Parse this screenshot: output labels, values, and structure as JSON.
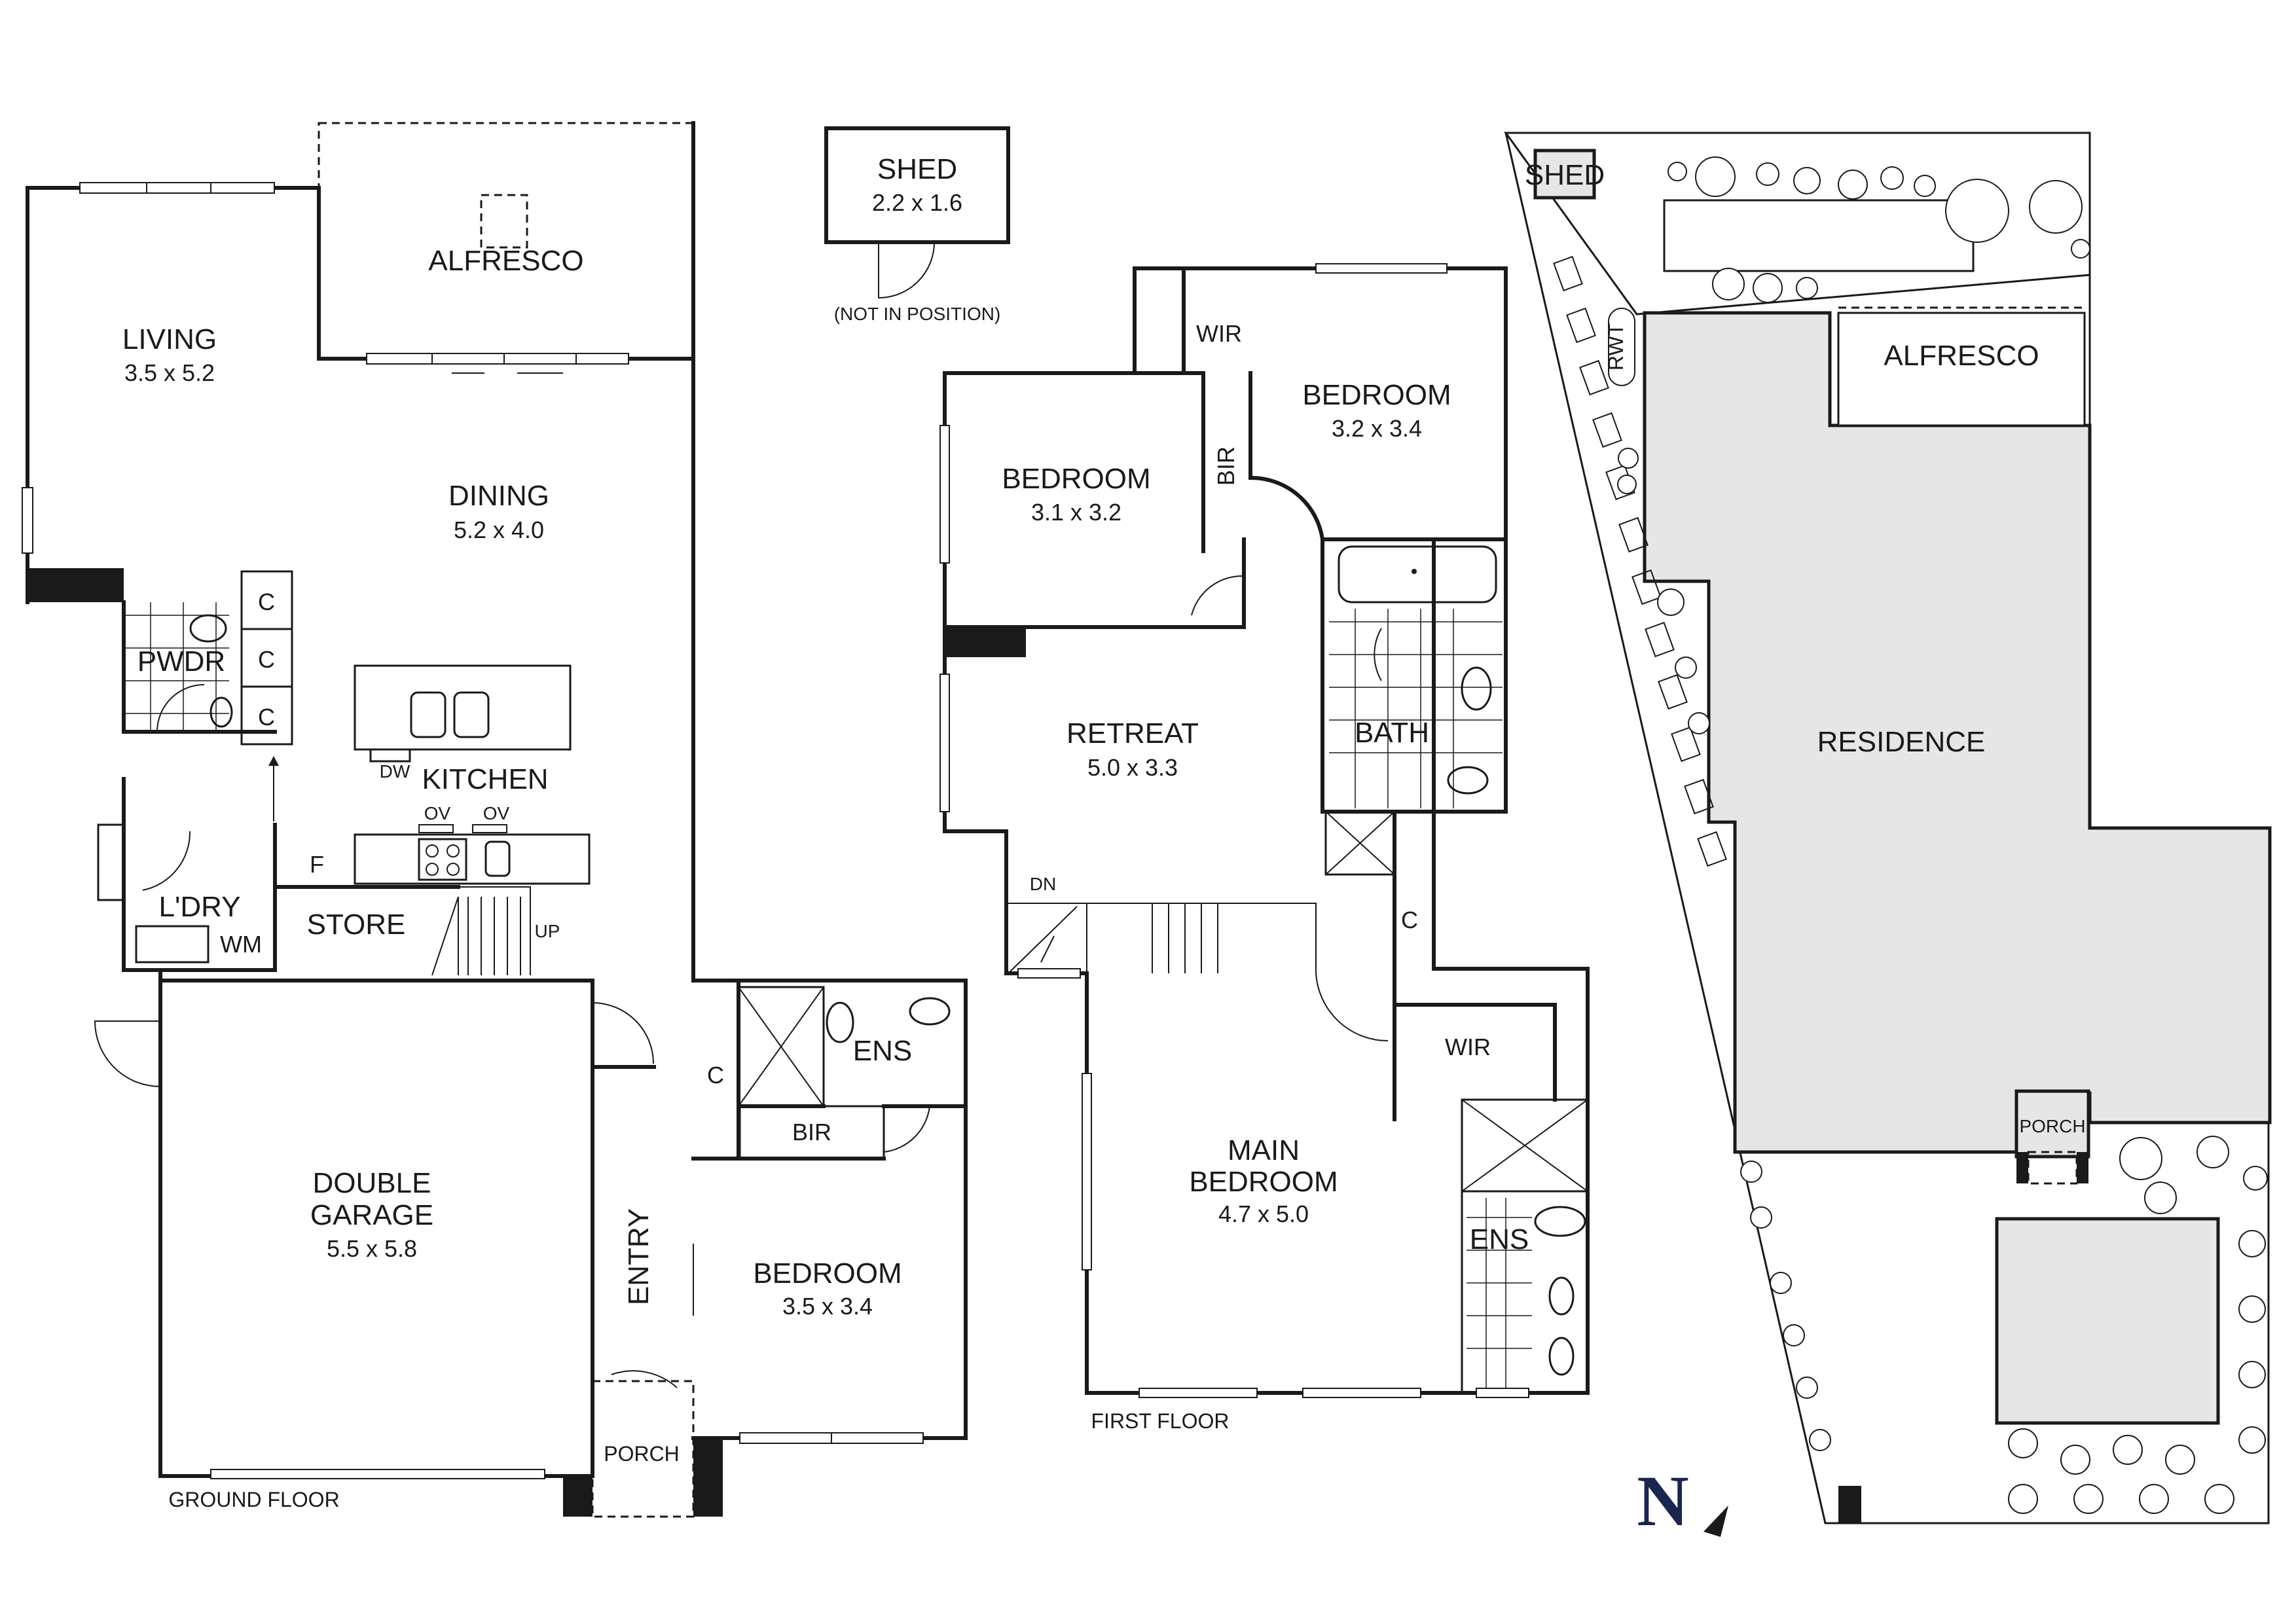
{
  "ground_floor": {
    "label": "GROUND FLOOR",
    "rooms": {
      "alfresco": "ALFRESCO",
      "living": {
        "name": "LIVING",
        "dims": "3.5 x 5.2"
      },
      "dining": {
        "name": "DINING",
        "dims": "5.2 x 4.0"
      },
      "kitchen": "KITCHEN",
      "pwdr": "PWDR",
      "laundry": "L'DRY",
      "store": "STORE",
      "garage": {
        "name_line1": "DOUBLE",
        "name_line2": "GARAGE",
        "dims": "5.5 x 5.8"
      },
      "entry": "ENTRY",
      "porch": "PORCH",
      "bedroom": {
        "name": "BEDROOM",
        "dims": "3.5 x 3.4"
      },
      "ens": "ENS",
      "bir": "BIR"
    },
    "fixtures": {
      "cupboard": "C",
      "dishwasher": "DW",
      "oven": "OV",
      "fridge": "F",
      "washing_machine": "WM",
      "up": "UP"
    }
  },
  "shed": {
    "name": "SHED",
    "dims": "2.2 x 1.6",
    "note": "(NOT IN POSITION)"
  },
  "first_floor": {
    "label": "FIRST FLOOR",
    "rooms": {
      "wir_top": "WIR",
      "bedroom_left": {
        "name": "BEDROOM",
        "dims": "3.1 x 3.2"
      },
      "bedroom_right": {
        "name": "BEDROOM",
        "dims": "3.2 x 3.4"
      },
      "bir": "BIR",
      "retreat": {
        "name": "RETREAT",
        "dims": "5.0 x 3.3"
      },
      "bath": "BATH",
      "cupboard": "C",
      "down": "DN",
      "wir_main": "WIR",
      "main_bedroom": {
        "name_line1": "MAIN",
        "name_line2": "BEDROOM",
        "dims": "4.7 x 5.0"
      },
      "ens": "ENS"
    }
  },
  "site_plan": {
    "shed": "SHED",
    "alfresco": "ALFRESCO",
    "rwt": "RWT",
    "residence": "RESIDENCE",
    "porch": "PORCH",
    "north": "N"
  }
}
